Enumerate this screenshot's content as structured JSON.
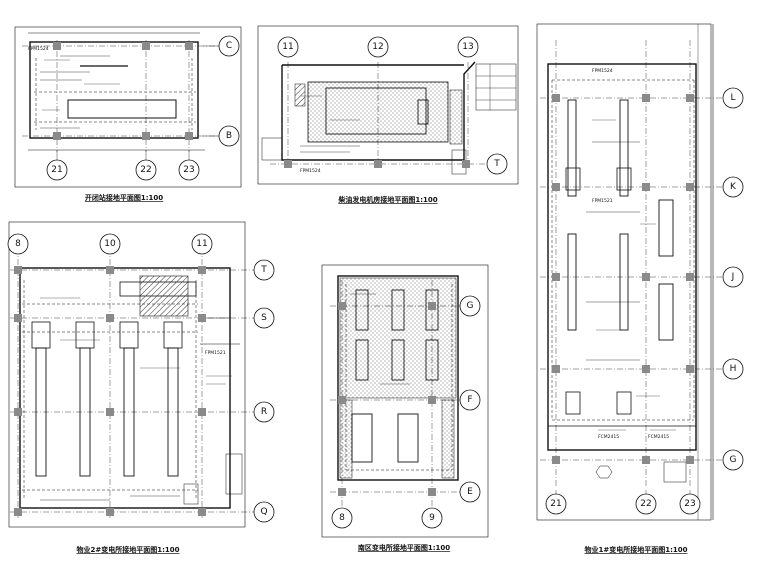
{
  "panels": [
    {
      "id": "switch-room",
      "caption": "开闭站接地平面图1:100",
      "bubbles": [
        "C",
        "B",
        "21",
        "22",
        "23"
      ],
      "tags": [
        "FPM1524"
      ]
    },
    {
      "id": "generator-room",
      "caption": "柴油发电机房接地平面图1:100",
      "bubbles": [
        "11",
        "12",
        "13",
        "T"
      ],
      "tags": [
        "FPM1524"
      ]
    },
    {
      "id": "substation-2",
      "caption": "物业2#变电所接地平面图1:100",
      "bubbles": [
        "8",
        "10",
        "11",
        "T",
        "S",
        "R",
        "Q"
      ],
      "tags": [
        "FPM1521"
      ]
    },
    {
      "id": "substation-middle",
      "caption": "南区变电所接地平面图1:100",
      "bubbles": [
        "G",
        "F",
        "E",
        "8",
        "9"
      ],
      "tags": []
    },
    {
      "id": "substation-1",
      "caption": "物业1#变电所接地平面图1:100",
      "bubbles": [
        "L",
        "K",
        "J",
        "H",
        "G",
        "21",
        "22",
        "23"
      ],
      "tags": [
        "FPM1524",
        "FPM1521",
        "FCM2415",
        "FCM2415"
      ]
    }
  ],
  "icons": {
    "axis": "axis-bubble-icon",
    "column": "column-icon"
  },
  "colors": {
    "line": "#111111",
    "hatch": "#555555",
    "column": "#777777"
  }
}
